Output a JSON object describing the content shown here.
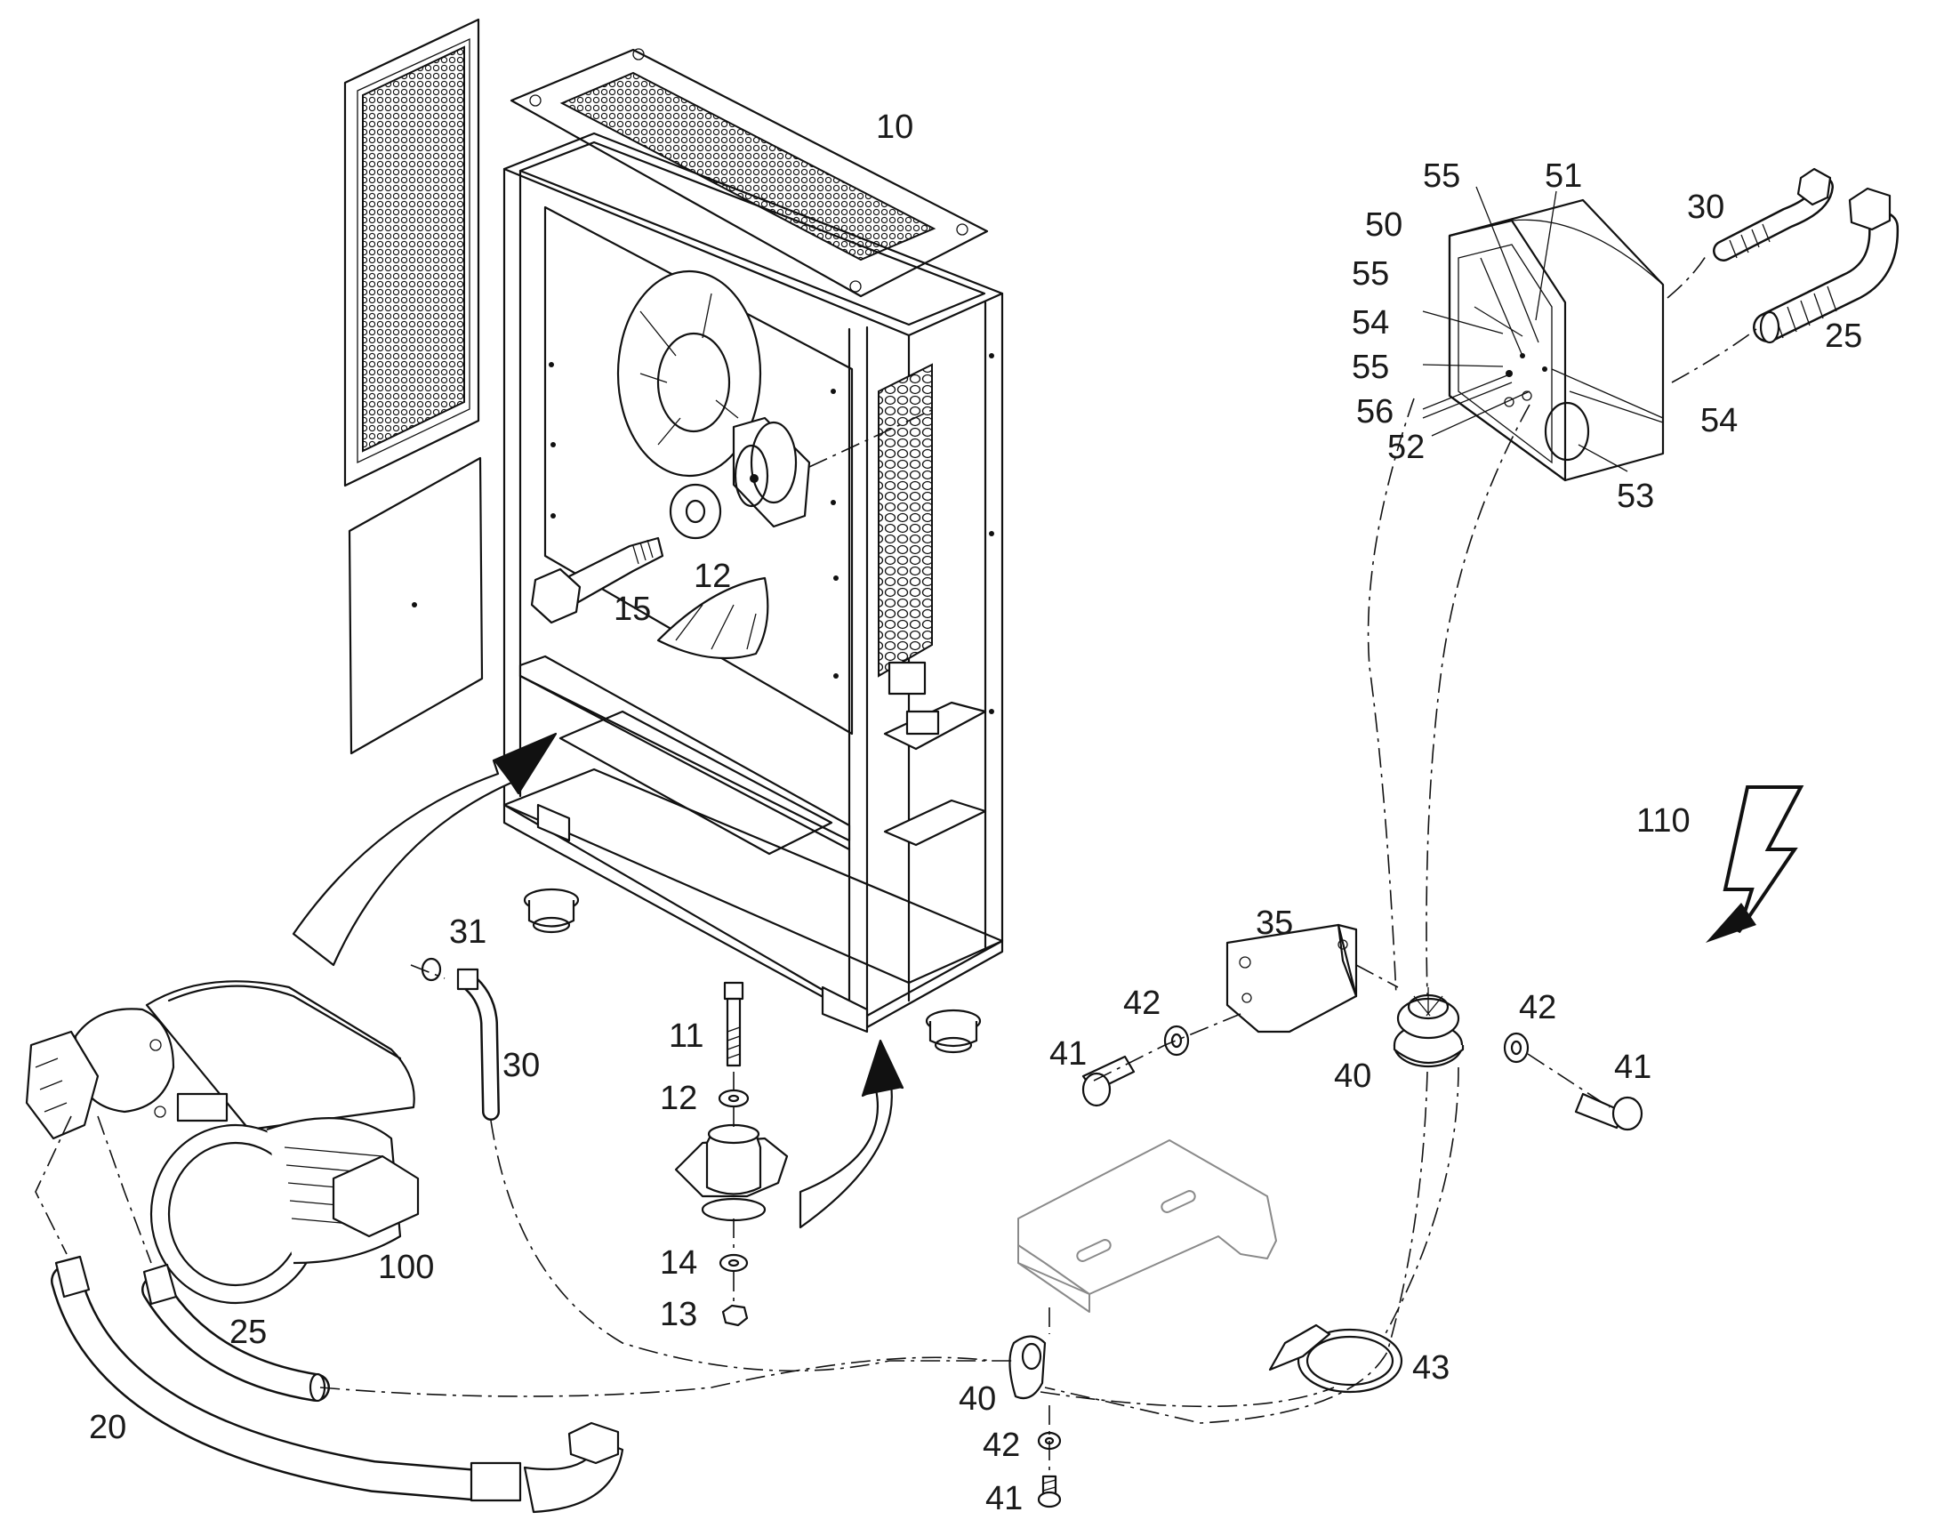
{
  "diagram": {
    "callouts": {
      "p10": "10",
      "p12a": "12",
      "p15": "15",
      "p55a": "55",
      "p51": "51",
      "p30a": "30",
      "p50": "50",
      "p55b": "55",
      "p54a": "54",
      "p55c": "55",
      "p25a": "25",
      "p56": "56",
      "p52": "52",
      "p54b": "54",
      "p53": "53",
      "p110": "110",
      "p35": "35",
      "p42a": "42",
      "p42b": "42",
      "p41a": "41",
      "p41b": "41",
      "p40a": "40",
      "p31": "31",
      "p30b": "30",
      "p11": "11",
      "p12b": "12",
      "p14": "14",
      "p13": "13",
      "p100": "100",
      "p25b": "25",
      "p20": "20",
      "p40b": "40",
      "p42c": "42",
      "p41c": "41",
      "p43": "43"
    }
  }
}
